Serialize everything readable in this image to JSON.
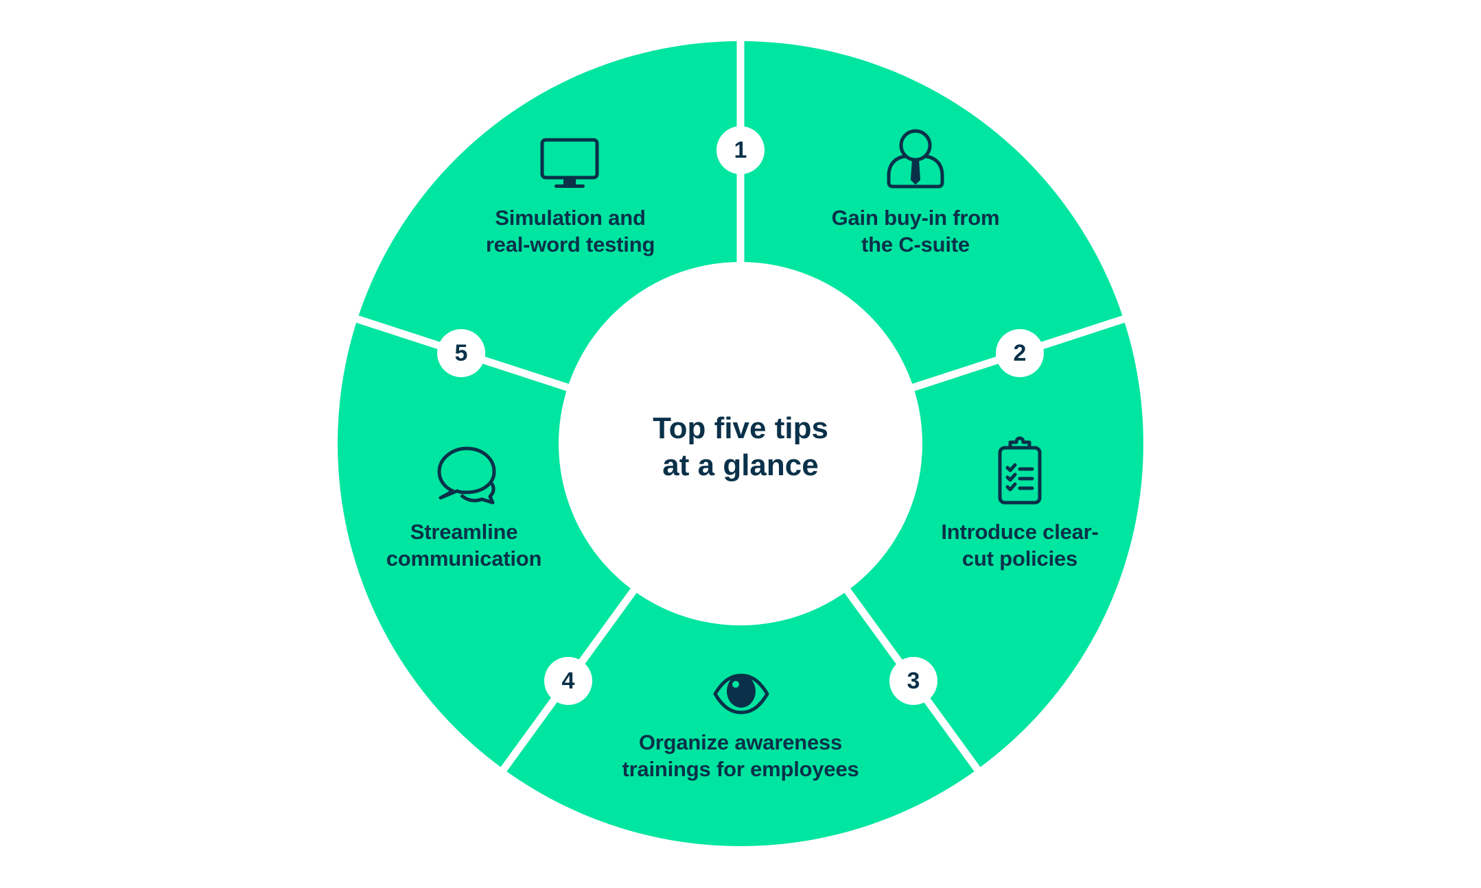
{
  "colors": {
    "segment_fill": "#00E5A0",
    "text": "#0A3149",
    "background": "#FFFFFF",
    "divider": "#FFFFFF"
  },
  "center": {
    "title_line1": "Top five tips",
    "title_line2": "at a glance"
  },
  "segments": [
    {
      "number": "1",
      "icon": "user-tie-icon",
      "line1": "Gain buy-in from",
      "line2": "the C-suite"
    },
    {
      "number": "2",
      "icon": "clipboard-checklist-icon",
      "line1": "Introduce clear-",
      "line2": "cut policies"
    },
    {
      "number": "3",
      "icon": "eye-icon",
      "line1": "Organize awareness",
      "line2": "trainings for employees"
    },
    {
      "number": "4",
      "icon": "chat-bubbles-icon",
      "line1": "Streamline",
      "line2": "communication"
    },
    {
      "number": "5",
      "icon": "monitor-icon",
      "line1": "Simulation and",
      "line2": "real-word testing"
    }
  ],
  "badges": [
    "1",
    "2",
    "3",
    "4",
    "5"
  ]
}
